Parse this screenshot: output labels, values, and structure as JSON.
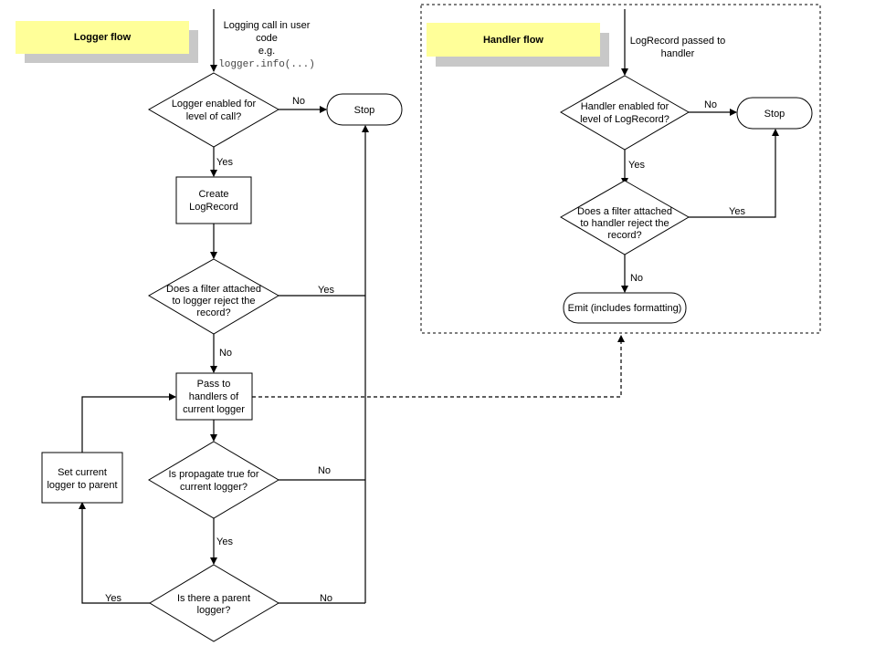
{
  "titles": {
    "logger_flow": "Logger flow",
    "handler_flow": "Handler flow"
  },
  "logger": {
    "start_note": [
      "Logging call in user",
      "code",
      "e.g."
    ],
    "start_code": "logger.info(...)",
    "enabled_decision": [
      "Logger enabled for",
      "level of call?"
    ],
    "stop": "Stop",
    "create_record": [
      "Create",
      "LogRecord"
    ],
    "filter_decision": [
      "Does a filter attached",
      "to logger reject the",
      "record?"
    ],
    "pass_to_handlers": [
      "Pass to",
      "handlers of",
      "current logger"
    ],
    "propagate_decision": [
      "Is propagate true for",
      "current logger?"
    ],
    "set_parent": [
      "Set current",
      "logger to parent"
    ],
    "parent_decision": [
      "Is there a parent",
      "logger?"
    ]
  },
  "handler": {
    "start_note": [
      "LogRecord passed to",
      "handler"
    ],
    "enabled_decision": [
      "Handler enabled for",
      "level of LogRecord?"
    ],
    "stop": "Stop",
    "filter_decision": [
      "Does a filter attached",
      "to handler reject the",
      "record?"
    ],
    "emit": "Emit (includes formatting)"
  },
  "edge_labels": {
    "logger_enabled_no": "No",
    "logger_enabled_yes": "Yes",
    "logger_filter_yes": "Yes",
    "logger_filter_no": "No",
    "propagate_no": "No",
    "propagate_yes": "Yes",
    "parent_yes": "Yes",
    "parent_no": "No",
    "handler_enabled_no": "No",
    "handler_enabled_yes": "Yes",
    "handler_filter_yes": "Yes",
    "handler_filter_no": "No"
  }
}
